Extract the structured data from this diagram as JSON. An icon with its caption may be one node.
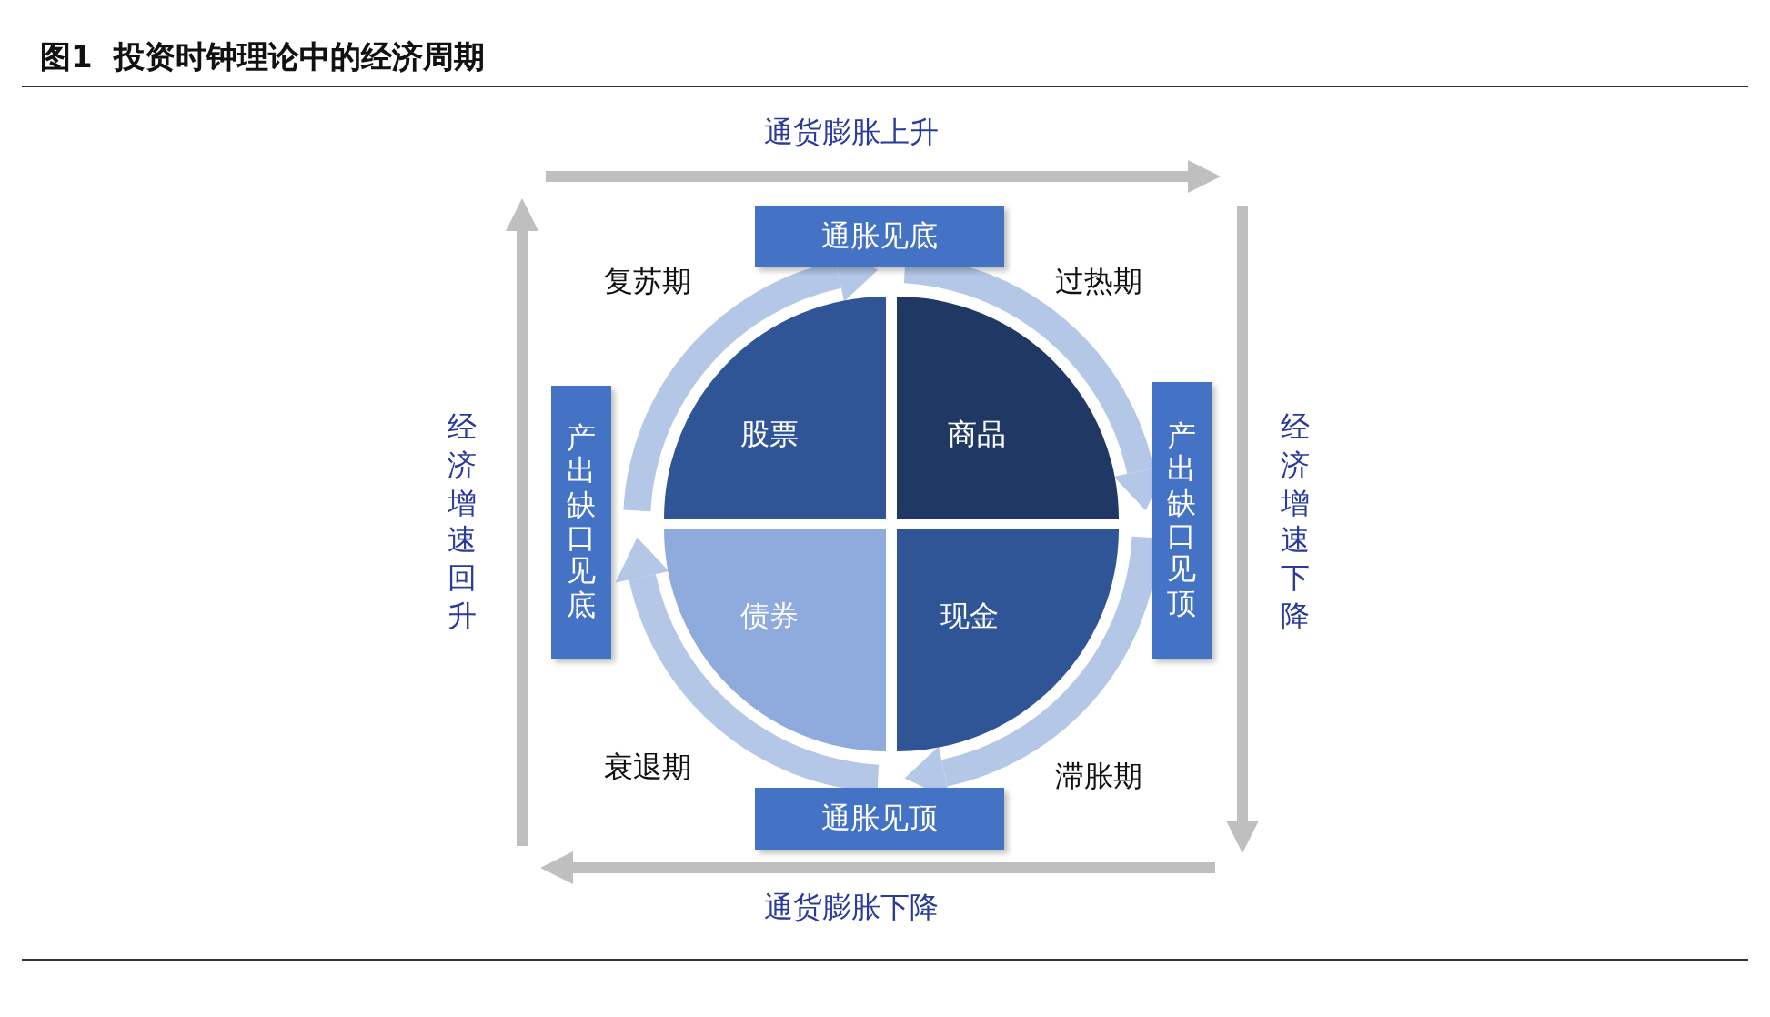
{
  "diagram": {
    "title": "图1  投资时钟理论中的经济周期",
    "nodes": [
      {
        "text": [
          "通胀见底"
        ]
      },
      {
        "text": [
          "股票"
        ]
      },
      {
        "text": [
          "商品"
        ]
      },
      {
        "text": [
          "产出缺口见底"
        ]
      },
      {
        "text": [
          "产出缺口见顶"
        ]
      },
      {
        "text": [
          "债券"
        ]
      },
      {
        "text": [
          "现金"
        ]
      },
      {
        "text": [
          "通胀见顶"
        ]
      }
    ],
    "labels": [
      "通货膨胀上升",
      "复苏期",
      "过热期",
      "经济增速回升",
      "经济增速下降",
      "衰退期",
      "滞胀期",
      "通货膨胀下降"
    ]
  }
}
